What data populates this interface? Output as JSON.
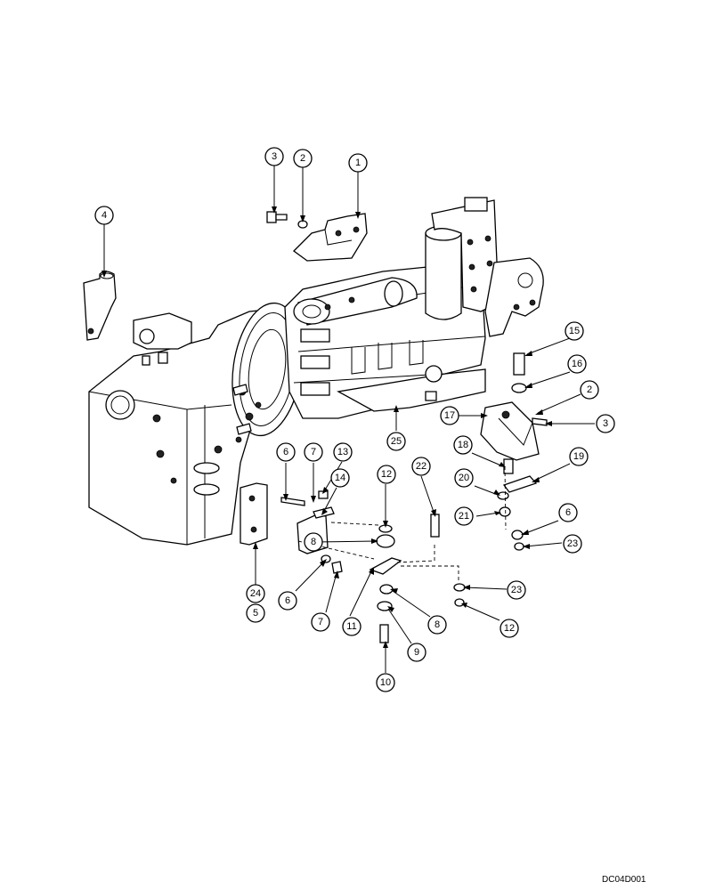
{
  "diagram": {
    "drawing_code": "DC04D001",
    "callouts": [
      {
        "id": "c1",
        "label": "1"
      },
      {
        "id": "c2a",
        "label": "2"
      },
      {
        "id": "c3a",
        "label": "3"
      },
      {
        "id": "c4",
        "label": "4"
      },
      {
        "id": "c15",
        "label": "15"
      },
      {
        "id": "c16",
        "label": "16"
      },
      {
        "id": "c2b",
        "label": "2"
      },
      {
        "id": "c17",
        "label": "17"
      },
      {
        "id": "c3b",
        "label": "3"
      },
      {
        "id": "c25",
        "label": "25"
      },
      {
        "id": "c18",
        "label": "18"
      },
      {
        "id": "c19",
        "label": "19"
      },
      {
        "id": "c20",
        "label": "20"
      },
      {
        "id": "c21",
        "label": "21"
      },
      {
        "id": "c6b",
        "label": "6"
      },
      {
        "id": "c23a",
        "label": "23"
      },
      {
        "id": "c6a",
        "label": "6"
      },
      {
        "id": "c7a",
        "label": "7"
      },
      {
        "id": "c13",
        "label": "13"
      },
      {
        "id": "c14",
        "label": "14"
      },
      {
        "id": "c12a",
        "label": "12"
      },
      {
        "id": "c22",
        "label": "22"
      },
      {
        "id": "c8a",
        "label": "8"
      },
      {
        "id": "c24",
        "label": "24"
      },
      {
        "id": "c5",
        "label": "5"
      },
      {
        "id": "c6c",
        "label": "6"
      },
      {
        "id": "c7b",
        "label": "7"
      },
      {
        "id": "c11",
        "label": "11"
      },
      {
        "id": "c8b",
        "label": "8"
      },
      {
        "id": "c9",
        "label": "9"
      },
      {
        "id": "c10",
        "label": "10"
      },
      {
        "id": "c23b",
        "label": "23"
      },
      {
        "id": "c12b",
        "label": "12"
      }
    ]
  }
}
